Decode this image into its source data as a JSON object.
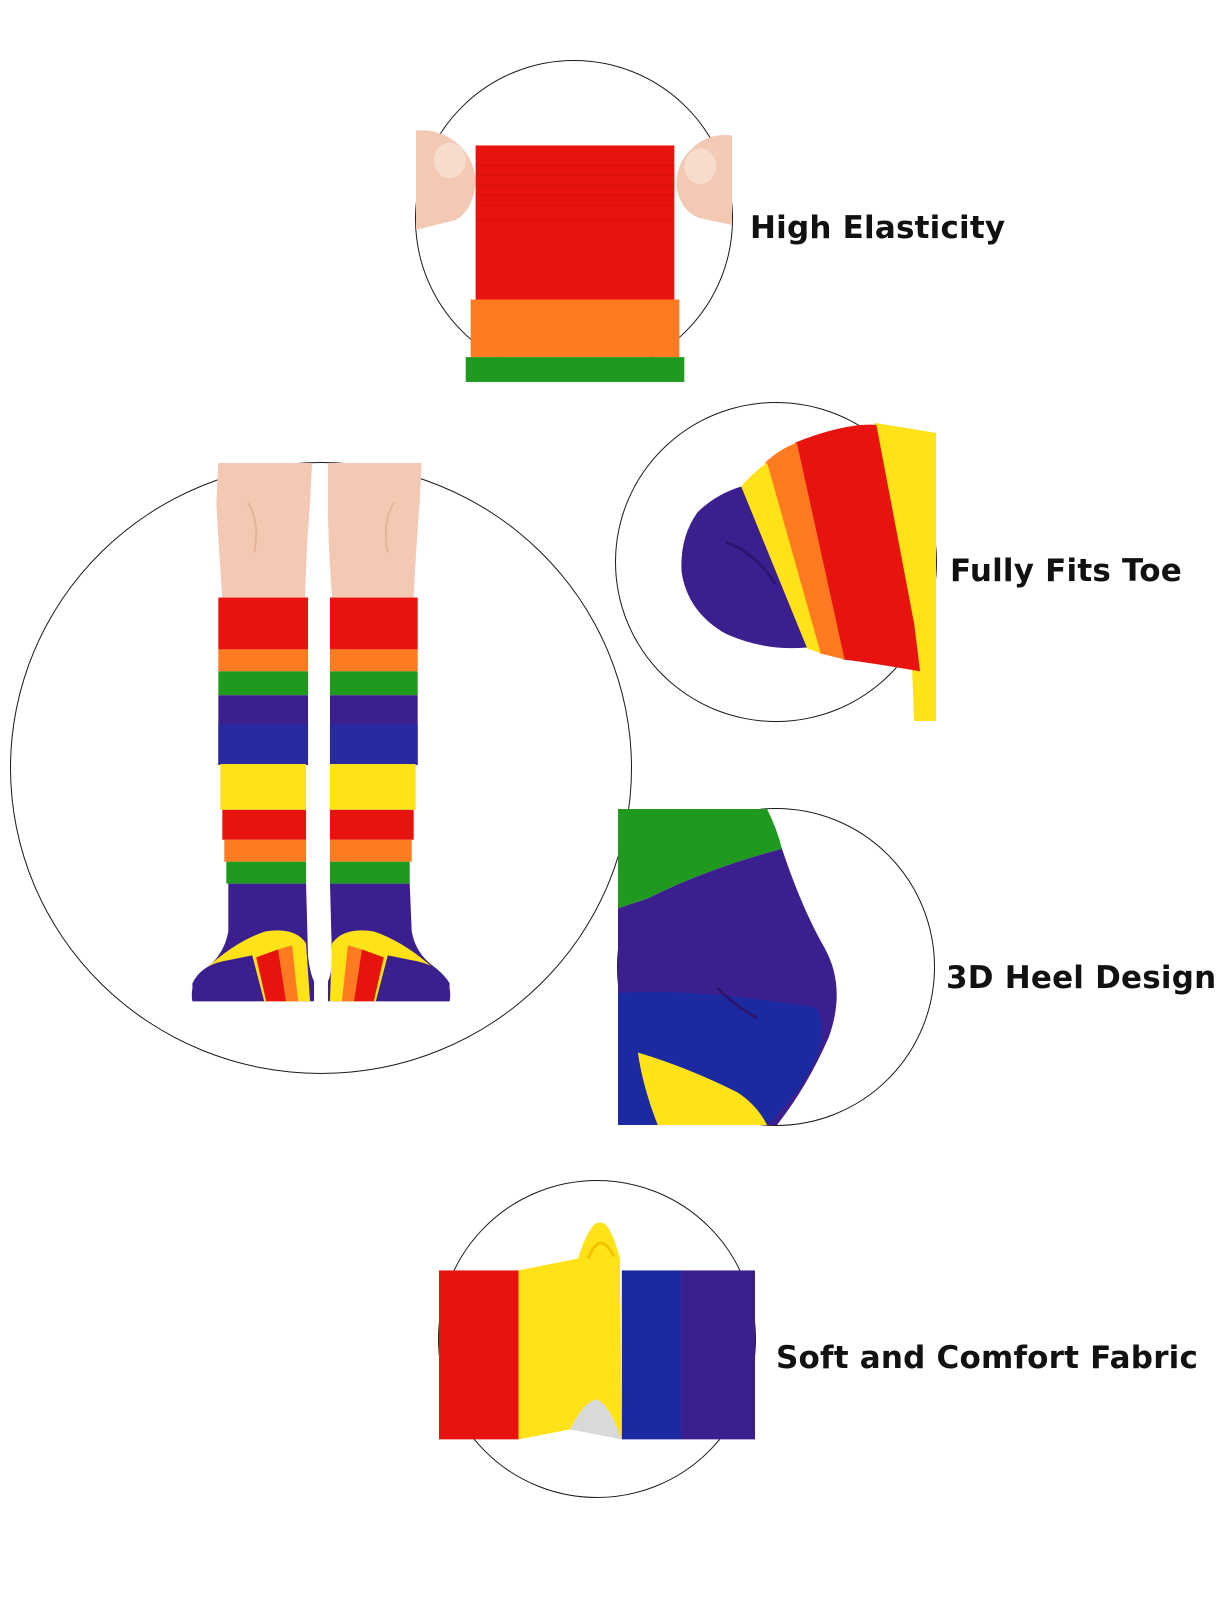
{
  "features": [
    {
      "label": "High Elasticity",
      "icon": "stretched-sock-cuff-icon"
    },
    {
      "label": "Fully Fits Toe",
      "icon": "sock-toe-closeup-icon"
    },
    {
      "label": "3D Heel Design",
      "icon": "sock-heel-closeup-icon"
    },
    {
      "label": "Soft and Comfort Fabric",
      "icon": "folded-fabric-closeup-icon"
    }
  ],
  "colors": {
    "red": "#e8130f",
    "orange": "#ff7a21",
    "yellow": "#ffe218",
    "green": "#1f9a1f",
    "blue": "#1b2aa0",
    "purple": "#3c1f8e",
    "skin": "#f3c9b4",
    "outline": "#1a1a1a",
    "text": "#111111"
  }
}
